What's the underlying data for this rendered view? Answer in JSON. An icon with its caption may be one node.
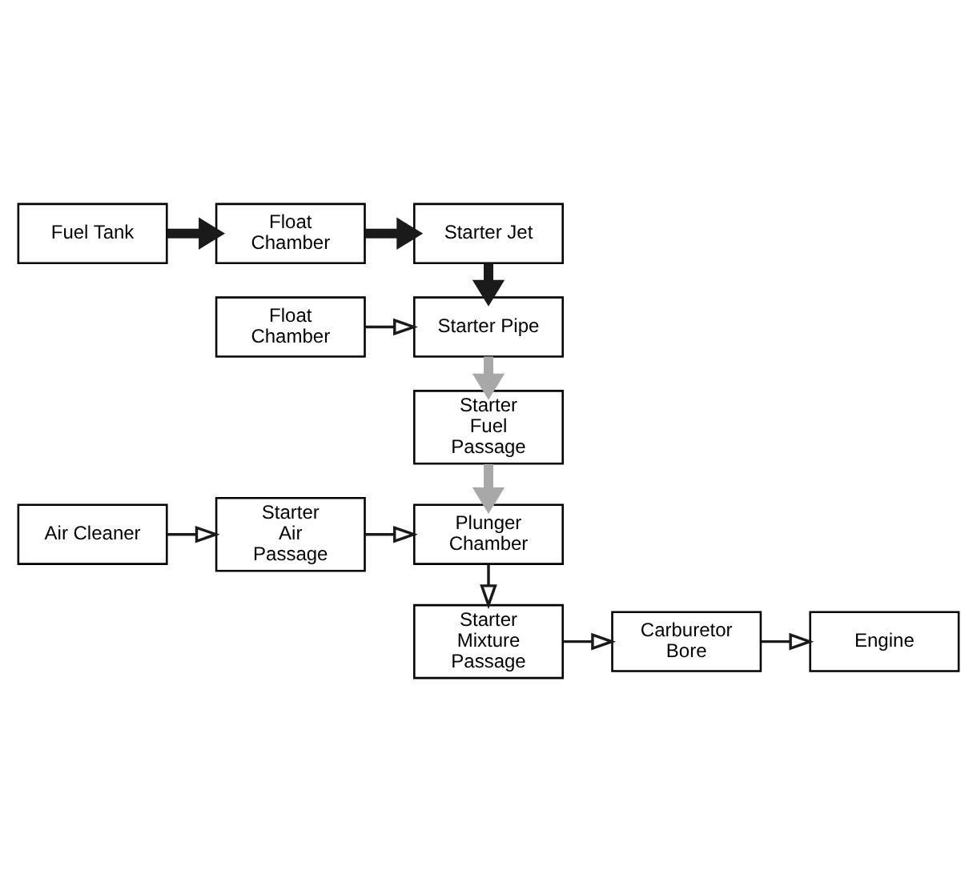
{
  "diagram": {
    "nodes": [
      {
        "text": [
          "Fuel Tank"
        ]
      },
      {
        "text": [
          "Float Chamber"
        ]
      },
      {
        "text": [
          "Starter Jet"
        ]
      },
      {
        "text": [
          "Float Chamber"
        ]
      },
      {
        "text": [
          "Starter Pipe"
        ]
      },
      {
        "text": [
          "Starter Fuel Passage"
        ]
      },
      {
        "text": [
          "Air Cleaner"
        ]
      },
      {
        "text": [
          "Starter Air Passage"
        ]
      },
      {
        "text": [
          "Plunger Chamber"
        ]
      },
      {
        "text": [
          "Starter Mixture Passage"
        ]
      },
      {
        "text": [
          "Carburetor Bore"
        ]
      },
      {
        "text": [
          "Engine"
        ]
      }
    ],
    "edges": [
      {
        "from": 0,
        "to": 1,
        "arrow": "to",
        "style": "thick",
        "color": "#1a1a1a"
      },
      {
        "from": 1,
        "to": 2,
        "arrow": "to",
        "style": "thick",
        "color": "#1a1a1a"
      },
      {
        "from": 2,
        "to": 4,
        "arrow": "to",
        "style": "thick",
        "color": "#1a1a1a"
      },
      {
        "from": 3,
        "to": 4,
        "arrow": "to"
      },
      {
        "from": 4,
        "to": 5,
        "arrow": "to",
        "style": "thick",
        "color": "#a8a8a8"
      },
      {
        "from": 5,
        "to": 8,
        "arrow": "to",
        "style": "thick",
        "color": "#a8a8a8"
      },
      {
        "from": 6,
        "to": 7,
        "arrow": "to"
      },
      {
        "from": 7,
        "to": 8,
        "arrow": "to"
      },
      {
        "from": 8,
        "to": 9,
        "arrow": "to"
      },
      {
        "from": 9,
        "to": 10,
        "arrow": "to"
      },
      {
        "from": 10,
        "to": 11,
        "arrow": "to"
      }
    ]
  }
}
